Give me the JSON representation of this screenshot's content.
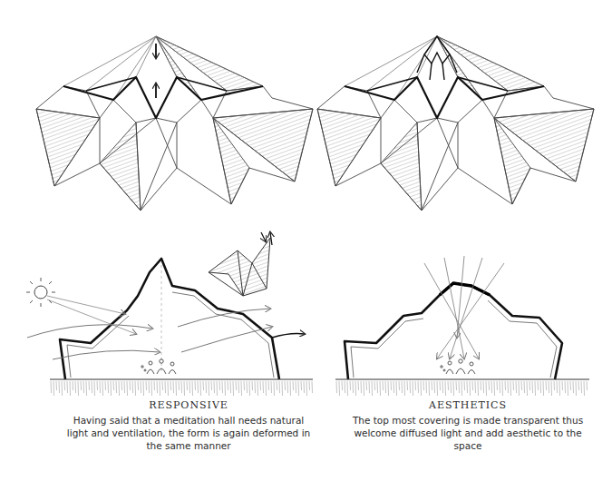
{
  "diagram": {
    "labels": [
      "RESPONSIVE",
      "Having said that a meditation hall needs natural light and ventilation, the form is again deformed in the same manner",
      "AESTHETICS",
      "The top most covering is made transparent thus welcome diffused light and add aesthetic to the space"
    ]
  }
}
